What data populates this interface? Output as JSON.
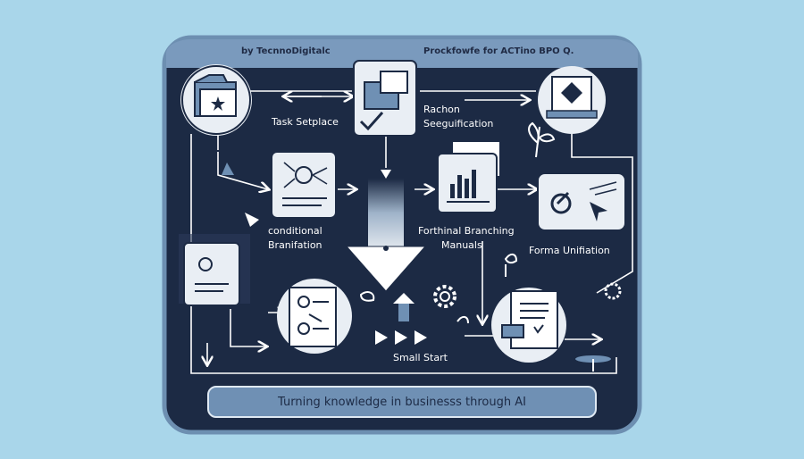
{
  "header": {
    "left_text": "by TecnnoDigitalc",
    "right_text": "Prockfowfe for ACTino BPO Q."
  },
  "nodes": {
    "task": {
      "label": "Task Setplace"
    },
    "center_top": {
      "label_line1": "Rachon",
      "label_line2": "Seeguification"
    },
    "conditional": {
      "label_line1": "conditional",
      "label_line2": "Branifation"
    },
    "manuals": {
      "label_line1": "Forthinal Branching",
      "label_line2": "Manuals"
    },
    "forma": {
      "label": "Forma Unifiation"
    },
    "small_start": {
      "label": "Small Start"
    }
  },
  "footer": {
    "text": "Turning knowledge in businesss through AI"
  },
  "colors": {
    "background": "#a9d6ea",
    "panel": "#1c2a44",
    "panel_border": "#6d8fb1",
    "accent_light": "#e9eef4",
    "accent_mid": "#6f90b4",
    "footer_text": "#1c2a45"
  }
}
